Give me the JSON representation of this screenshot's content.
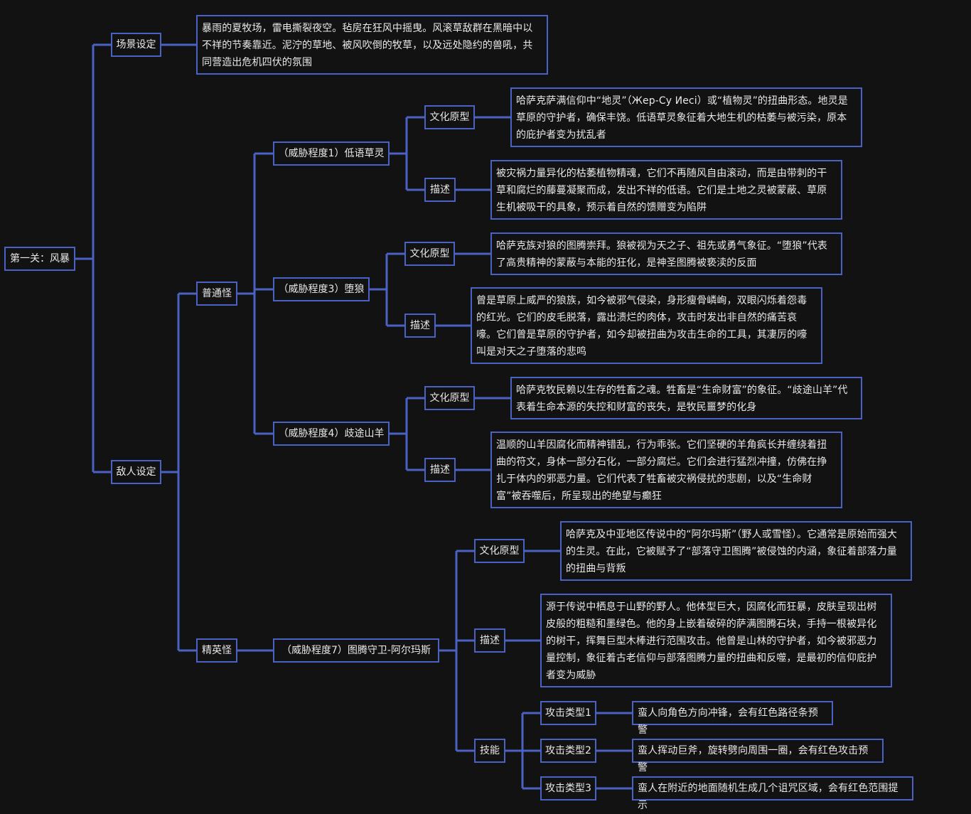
{
  "root": {
    "label": "第一关：风暴"
  },
  "scene": {
    "label": "场景设定",
    "desc": "暴雨的夏牧场，雷电撕裂夜空。毡房在狂风中摇曳。风滚草敌群在黑暗中以不祥的节奏靠近。泥泞的草地、被风吹倒的牧草，以及远处隐约的兽吼，共同营造出危机四伏的氛围"
  },
  "enemy": {
    "label": "敌人设定",
    "normal": {
      "label": "普通怪",
      "grass": {
        "label": "（威胁程度1）低语草灵",
        "culture_label": "文化原型",
        "culture": "哈萨克萨满信仰中“地灵”（Жер-Су Иесі）或“植物灵”的扭曲形态。地灵是草原的守护者，确保丰饶。低语草灵象征着大地生机的枯萎与被污染，原本的庇护者变为扰乱者",
        "desc_label": "描述",
        "desc": "被灾祸力量异化的枯萎植物精魂，它们不再随风自由滚动，而是由带刺的干草和腐烂的藤蔓凝聚而成，发出不祥的低语。它们是土地之灵被蒙蔽、草原生机被吸干的具象，预示着自然的馈赠变为陷阱"
      },
      "wolf": {
        "label": "（威胁程度3）堕狼",
        "culture_label": "文化原型",
        "culture": "哈萨克族对狼的图腾崇拜。狼被视为天之子、祖先或勇气象征。“堕狼”代表了高贵精神的蒙蔽与本能的狂化，是神圣图腾被亵渎的反面",
        "desc_label": "描述",
        "desc": "曾是草原上威严的狼族，如今被邪气侵染，身形瘦骨嶙峋，双眼闪烁着怨毒的红光。它们的皮毛脱落，露出溃烂的肉体，攻击时发出非自然的痛苦哀嚎。它们曾是草原的守护者，如今却被扭曲为攻击生命的工具，其凄厉的嚎叫是对天之子堕落的悲鸣"
      },
      "goat": {
        "label": "（威胁程度4）歧途山羊",
        "culture_label": "文化原型",
        "culture": "哈萨克牧民赖以生存的牲畜之魂。牲畜是“生命财富”的象征。“歧途山羊”代表着生命本源的失控和财富的丧失，是牧民噩梦的化身",
        "desc_label": "描述",
        "desc": "温顺的山羊因腐化而精神错乱，行为乖张。它们坚硬的羊角疯长并缠绕着扭曲的符文，身体一部分石化，一部分腐烂。它们会进行猛烈冲撞，仿佛在挣扎于体内的邪恶力量。它们代表了牲畜被灾祸侵扰的悲剧，以及“生命财富”被吞噬后，所呈现出的绝望与癫狂"
      }
    },
    "elite": {
      "label": "精英怪",
      "guardian": {
        "label": "（威胁程度7）图腾守卫-阿尔玛斯",
        "culture_label": "文化原型",
        "culture": "哈萨克及中亚地区传说中的“阿尔玛斯”（野人或雪怪）。它通常是原始而强大的生灵。在此，它被赋予了“部落守卫图腾”被侵蚀的内涵，象征着部落力量的扭曲与背叛",
        "desc_label": "描述",
        "desc": "源于传说中栖息于山野的野人。他体型巨大，因腐化而狂暴，皮肤呈现出树皮般的粗糙和墨绿色。他的身上嵌着破碎的萨满图腾石块，手持一根被异化的树干，挥舞巨型木棒进行范围攻击。他曾是山林的守护者，如今被邪恶力量控制，象征着古老信仰与部落图腾力量的扭曲和反噬，是最初的信仰庇护者变为威胁",
        "skills_label": "技能",
        "skills": [
          {
            "label": "攻击类型1",
            "desc": "蛮人向角色方向冲锋，会有红色路径条预警"
          },
          {
            "label": "攻击类型2",
            "desc": "蛮人挥动巨斧，旋转劈向周围一圈，会有红色攻击预警"
          },
          {
            "label": "攻击类型3",
            "desc": "蛮人在附近的地面随机生成几个诅咒区域，会有红色范围提示"
          }
        ]
      }
    }
  }
}
